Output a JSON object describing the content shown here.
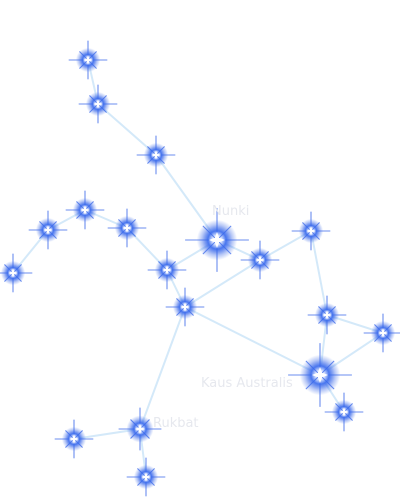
{
  "constellation": {
    "colors": {
      "background": "#ffffff",
      "line": "#d4e9f9",
      "glow": "#2f5fe6",
      "core": "#ffffff",
      "label": "#e6e8ee"
    },
    "labels": {
      "nunki": "Nunki",
      "kaus_australis": "Kaus Australis",
      "rukbat": "Rukbat"
    }
  }
}
